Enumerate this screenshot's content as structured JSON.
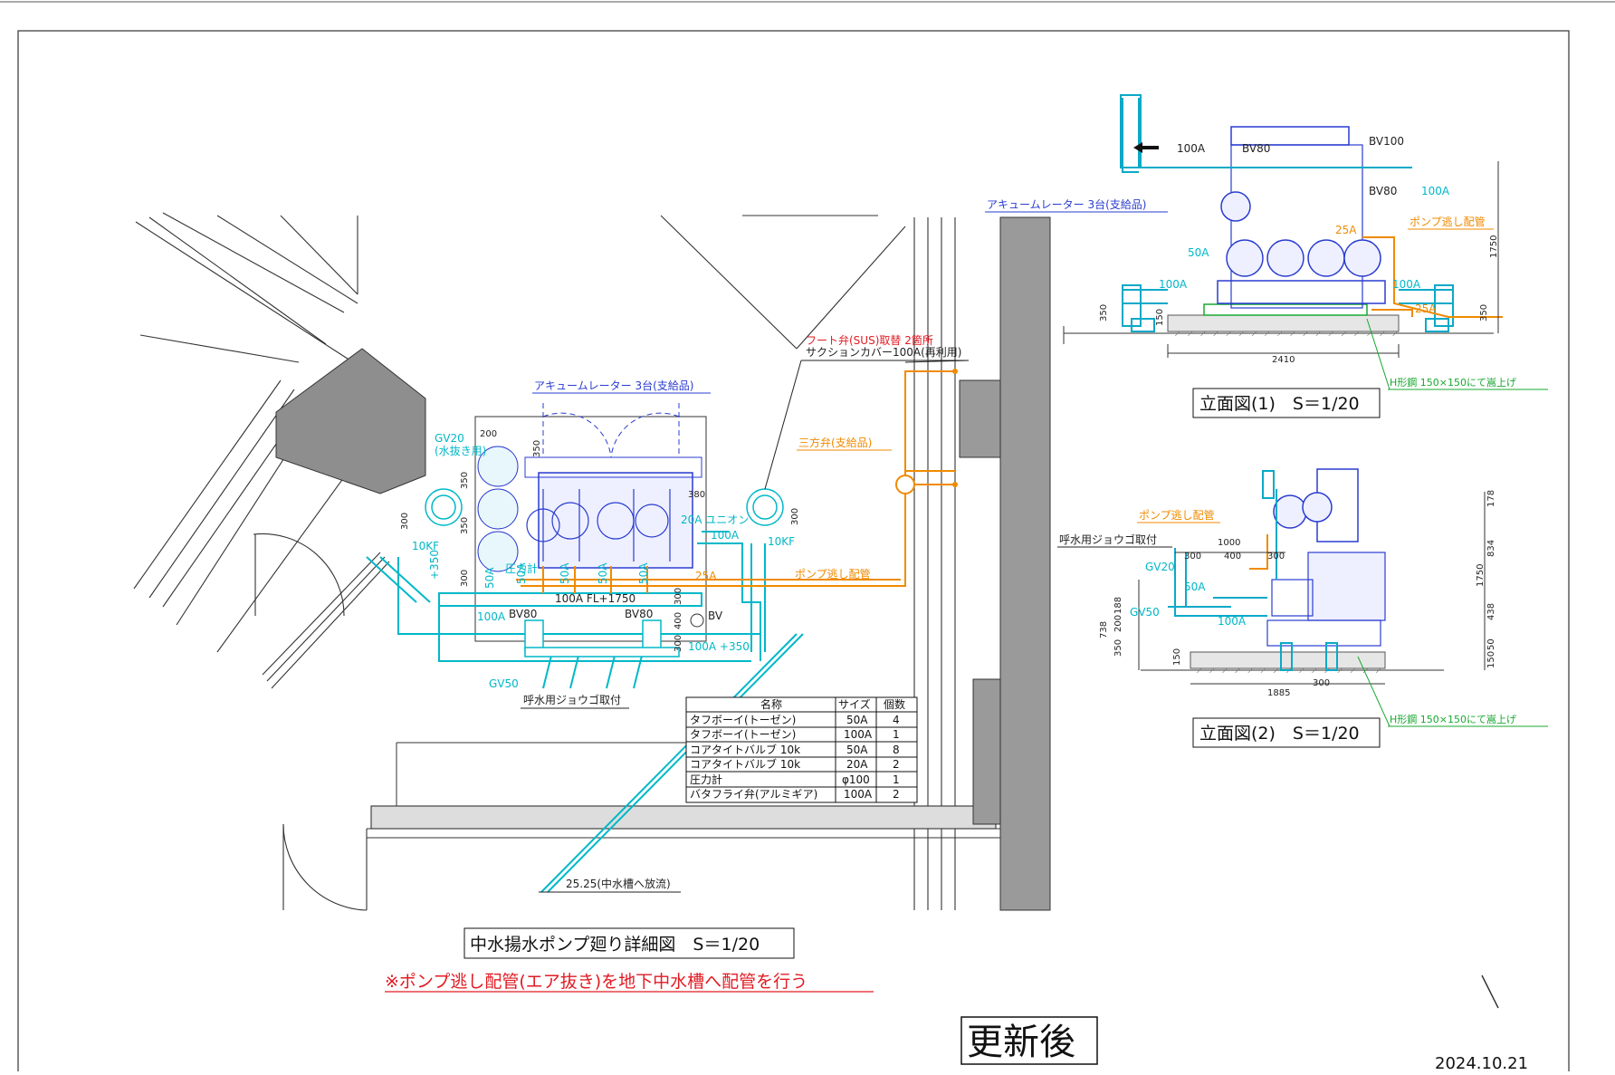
{
  "plan": {
    "title": "中水揚水ポンプ廻り詳細図　S＝1/20",
    "note": "※ポンプ逃し配管(エア抜き)を地下中水槽へ配管を行う",
    "labels": {
      "accumulator": "アキュームレーター 3台(支給品)",
      "foot_valve": "フート弁(SUS)取替 2箇所",
      "suction_cover": "サクションカバー100A(再利用)",
      "three_way": "三方弁(支給品)",
      "relief_pipe": "ポンプ逃し配管",
      "gv20": "GV20",
      "drain": "(水抜き用)",
      "gauge": "圧力計",
      "union": "20A ユニオン",
      "a100_1": "100A",
      "a25": "25A",
      "main_pipe": "100A FL+1750",
      "a100_2": "100A",
      "a100_3": "100A +350",
      "bv80_l": "BV80",
      "bv80_r": "BV80",
      "bv": "BV",
      "kf_l": "10KF",
      "kf_r": "10KF",
      "gv50": "GV50",
      "funnel": "呼水用ジョウゴ取付",
      "discharge": "25.25(中水槽へ放流)",
      "a50_1": "50A",
      "a50_2": "50A",
      "a50_3": "50A",
      "a50_4": "50A",
      "a50_5": "50A",
      "plus350": "+350"
    },
    "dims": {
      "d200": "200",
      "d350a": "350",
      "d350b": "350",
      "d300a": "300",
      "d300b": "300",
      "d300c": "300",
      "d350c": "350",
      "d380": "380",
      "d300d": "300",
      "d400": "400",
      "d300e": "300"
    }
  },
  "table": {
    "headers": [
      "名称",
      "サイズ",
      "個数"
    ],
    "rows": [
      [
        "タフボーイ(トーゼン)",
        "50A",
        "4"
      ],
      [
        "タフボーイ(トーゼン)",
        "100A",
        "1"
      ],
      [
        "コアタイトバルブ 10k",
        "50A",
        "8"
      ],
      [
        "コアタイトバルブ 10k",
        "20A",
        "2"
      ],
      [
        "圧力計",
        "φ100",
        "1"
      ],
      [
        "バタフライ弁(アルミギア)",
        "100A",
        "2"
      ]
    ]
  },
  "elev1": {
    "title": "立面図(1)　S＝1/20",
    "labels": {
      "a100_top": "100A",
      "bv80": "BV80",
      "bv100": "BV100",
      "bv80b": "BV80",
      "a100c": "100A",
      "accumulator": "アキュームレーター 3台(支給品)",
      "relief": "ポンプ逃し配管",
      "a25top": "25A",
      "a50": "50A",
      "a100l": "100A",
      "a100r": "100A",
      "a25": "25A",
      "hbeam": "H形鋼 150×150にて嵩上げ"
    },
    "dims": {
      "w": "2410",
      "h": "1750",
      "l350": "350",
      "l150": "150",
      "r350": "350"
    }
  },
  "elev2": {
    "title": "立面図(2)　S＝1/20",
    "labels": {
      "relief": "ポンプ逃し配管",
      "funnel": "呼水用ジョウゴ取付",
      "gv20": "GV20",
      "a50": "50A",
      "gv50": "GV50",
      "a100": "100A",
      "hbeam": "H形鋼 150×150にて嵩上げ"
    },
    "dims": {
      "d1000": "1000",
      "d300a": "300",
      "d400": "400",
      "d300b": "300",
      "d188": "188",
      "d200": "200",
      "d350": "350",
      "d738": "738",
      "d150": "150",
      "d1885": "1885",
      "d300c": "300",
      "d178": "178",
      "d834": "834",
      "d1750": "1750",
      "d438": "438",
      "d50": "50",
      "d150r": "150"
    }
  },
  "stamp": "更新後",
  "date": "2024.10.21",
  "colors": {
    "cyan": "#00b8c8",
    "orange": "#f08a00",
    "red": "#e21b23",
    "blue": "#2a3cd0",
    "green": "#18a830",
    "gray": "#9a9a9a"
  }
}
